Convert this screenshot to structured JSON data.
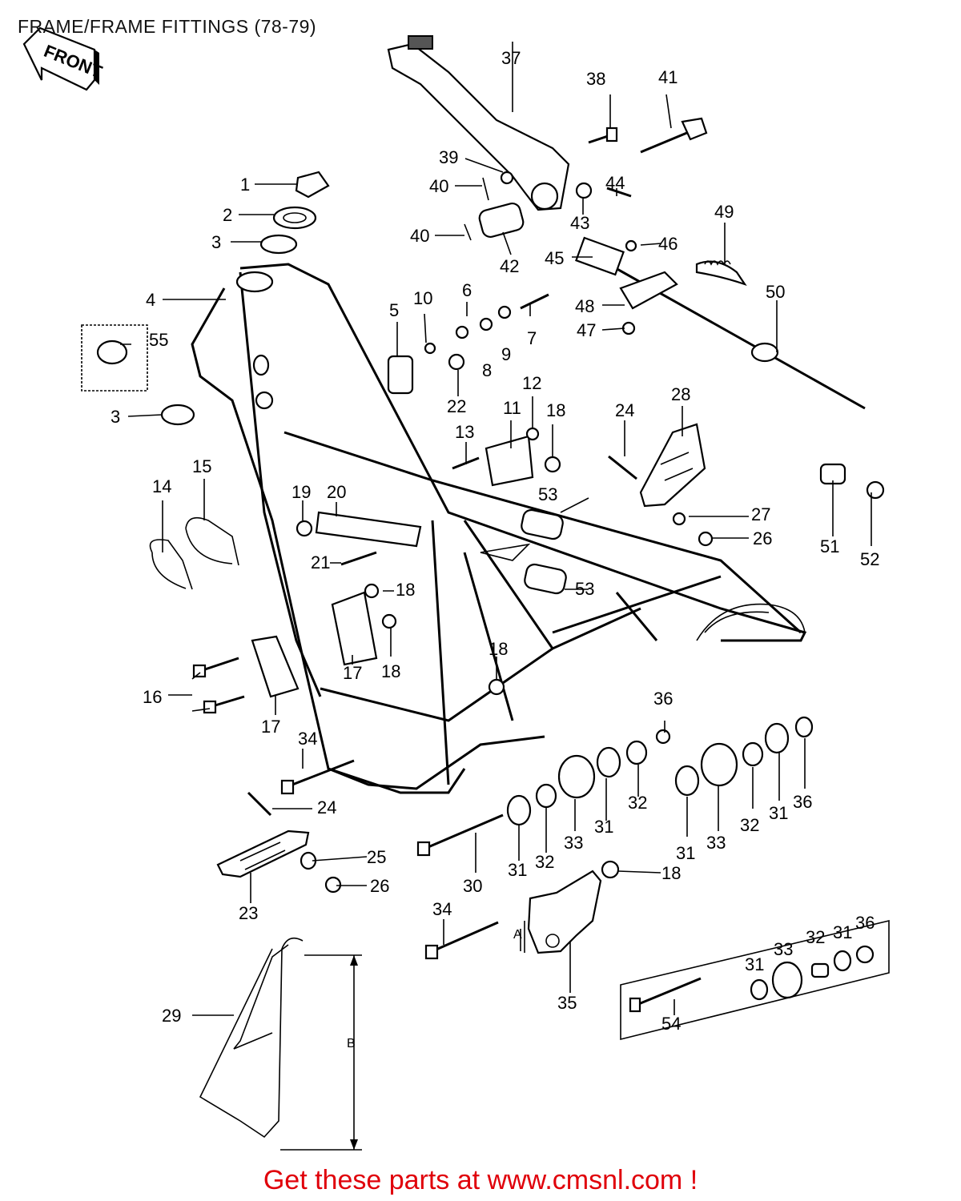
{
  "page": {
    "title": "FRAME/FRAME FITTINGS (78-79)",
    "footer": "Get these parts at www.cmsnl.com !"
  },
  "badge": {
    "label": "FRONT"
  },
  "dimensions": {
    "a": "A",
    "b": "B"
  },
  "callouts": [
    {
      "id": "c1",
      "label": "1"
    },
    {
      "id": "c2",
      "label": "2"
    },
    {
      "id": "c3a",
      "label": "3"
    },
    {
      "id": "c3b",
      "label": "3"
    },
    {
      "id": "c4",
      "label": "4"
    },
    {
      "id": "c5",
      "label": "5"
    },
    {
      "id": "c6",
      "label": "6"
    },
    {
      "id": "c7",
      "label": "7"
    },
    {
      "id": "c8",
      "label": "8"
    },
    {
      "id": "c9",
      "label": "9"
    },
    {
      "id": "c10",
      "label": "10"
    },
    {
      "id": "c11",
      "label": "11"
    },
    {
      "id": "c12",
      "label": "12"
    },
    {
      "id": "c13",
      "label": "13"
    },
    {
      "id": "c14",
      "label": "14"
    },
    {
      "id": "c15",
      "label": "15"
    },
    {
      "id": "c16",
      "label": "16"
    },
    {
      "id": "c17a",
      "label": "17"
    },
    {
      "id": "c17b",
      "label": "17"
    },
    {
      "id": "c18a",
      "label": "18"
    },
    {
      "id": "c18b",
      "label": "18"
    },
    {
      "id": "c18c",
      "label": "18"
    },
    {
      "id": "c18d",
      "label": "18"
    },
    {
      "id": "c18e",
      "label": "18"
    },
    {
      "id": "c19",
      "label": "19"
    },
    {
      "id": "c20",
      "label": "20"
    },
    {
      "id": "c21",
      "label": "21"
    },
    {
      "id": "c22",
      "label": "22"
    },
    {
      "id": "c23",
      "label": "23"
    },
    {
      "id": "c24a",
      "label": "24"
    },
    {
      "id": "c24b",
      "label": "24"
    },
    {
      "id": "c25",
      "label": "25"
    },
    {
      "id": "c26a",
      "label": "26"
    },
    {
      "id": "c26b",
      "label": "26"
    },
    {
      "id": "c27",
      "label": "27"
    },
    {
      "id": "c28",
      "label": "28"
    },
    {
      "id": "c29",
      "label": "29"
    },
    {
      "id": "c30",
      "label": "30"
    },
    {
      "id": "c31a",
      "label": "31"
    },
    {
      "id": "c31b",
      "label": "31"
    },
    {
      "id": "c31c",
      "label": "31"
    },
    {
      "id": "c31d",
      "label": "31"
    },
    {
      "id": "c31e",
      "label": "31"
    },
    {
      "id": "c31f",
      "label": "31"
    },
    {
      "id": "c32a",
      "label": "32"
    },
    {
      "id": "c32b",
      "label": "32"
    },
    {
      "id": "c32c",
      "label": "32"
    },
    {
      "id": "c32d",
      "label": "32"
    },
    {
      "id": "c33a",
      "label": "33"
    },
    {
      "id": "c33b",
      "label": "33"
    },
    {
      "id": "c33c",
      "label": "33"
    },
    {
      "id": "c34a",
      "label": "34"
    },
    {
      "id": "c34b",
      "label": "34"
    },
    {
      "id": "c35",
      "label": "35"
    },
    {
      "id": "c36a",
      "label": "36"
    },
    {
      "id": "c36b",
      "label": "36"
    },
    {
      "id": "c36c",
      "label": "36"
    },
    {
      "id": "c37",
      "label": "37"
    },
    {
      "id": "c38",
      "label": "38"
    },
    {
      "id": "c39",
      "label": "39"
    },
    {
      "id": "c40a",
      "label": "40"
    },
    {
      "id": "c40b",
      "label": "40"
    },
    {
      "id": "c41",
      "label": "41"
    },
    {
      "id": "c42",
      "label": "42"
    },
    {
      "id": "c43",
      "label": "43"
    },
    {
      "id": "c44",
      "label": "44"
    },
    {
      "id": "c45",
      "label": "45"
    },
    {
      "id": "c46",
      "label": "46"
    },
    {
      "id": "c47",
      "label": "47"
    },
    {
      "id": "c48",
      "label": "48"
    },
    {
      "id": "c49",
      "label": "49"
    },
    {
      "id": "c50",
      "label": "50"
    },
    {
      "id": "c51",
      "label": "51"
    },
    {
      "id": "c52",
      "label": "52"
    },
    {
      "id": "c53a",
      "label": "53"
    },
    {
      "id": "c53b",
      "label": "53"
    },
    {
      "id": "c54",
      "label": "54"
    },
    {
      "id": "c55",
      "label": "55"
    }
  ]
}
